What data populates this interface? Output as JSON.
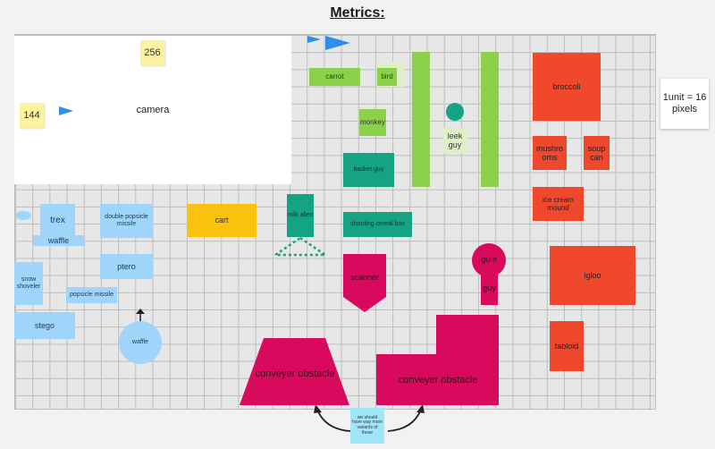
{
  "title": "Metrics:",
  "unit_note": "1unit = 16 pixels",
  "camera": {
    "label": "camera",
    "note_top": "256",
    "note_left": "144"
  },
  "green_items": {
    "carrot": "carrot",
    "bird": "bird",
    "monkey": "monkey",
    "leek_guy": "leek guy"
  },
  "teal_items": {
    "basket_guy": "basket guy",
    "milk_alien": "milk alien",
    "shooting_cereal_box": "shooting cereal box"
  },
  "blue_items": {
    "trex": "trex",
    "waffle_bar": "waffle",
    "double_popsicle_missile": "double popsicle missile",
    "ptero": "ptero",
    "snow_shoveler": "snow shoveler",
    "popsicle_missile": "popsicle missile",
    "stego": "stego",
    "waffle_circle": "waffle"
  },
  "cart": "cart",
  "red_items": {
    "broccoli": "broccoli",
    "mushrooms": "mushro oms",
    "soup_can": "soup can",
    "ice_cream_mound": "ice cream mound",
    "igloo": "igloo",
    "tabloid": "tabloid"
  },
  "magenta_items": {
    "scanner": "scanner",
    "gum": "gum",
    "guy": "guy",
    "conveyer_left": "conveyer obstacle",
    "conveyer_right": "conveyer obstacle"
  },
  "note_variants": "we should have way more variants of these",
  "colors": {
    "green": "#8bd14a",
    "teal": "#14a383",
    "blue": "#9fd4fb",
    "yellow": "#f8c20e",
    "red": "#f0482d",
    "magenta": "#d90a5e"
  }
}
